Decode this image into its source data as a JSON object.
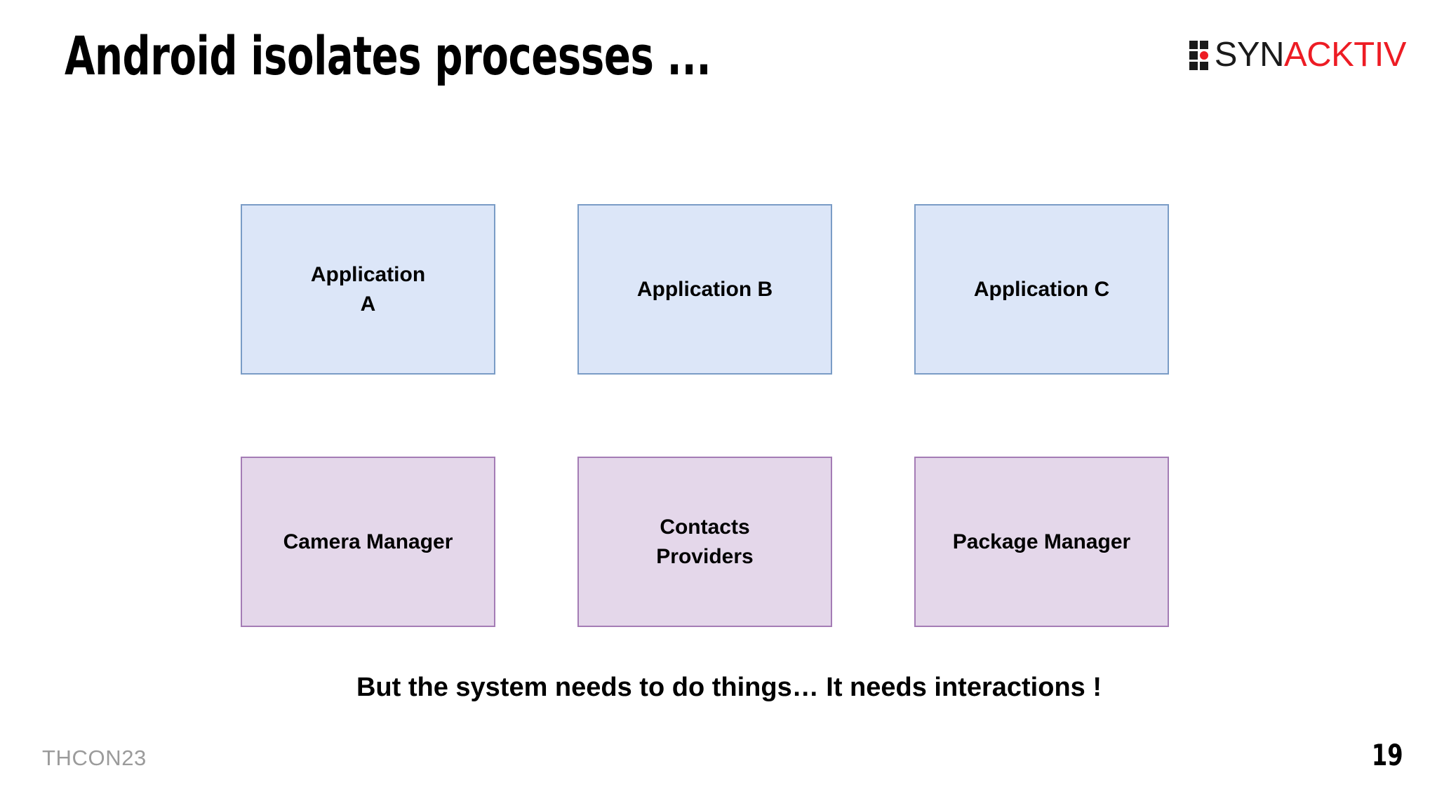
{
  "slide": {
    "title": "Android isolates processes ...",
    "caption": "But the system needs to do things… It needs interactions !"
  },
  "logo": {
    "name_part1": "SYN",
    "name_part2": "ACKTIV",
    "colors": {
      "dark": "#1a1a1a",
      "red": "#ed1c24"
    }
  },
  "diagram": {
    "app_row": {
      "fill": "#dce6f8",
      "border": "#7a9cc6",
      "nodes": [
        {
          "label": "Application\nA"
        },
        {
          "label": "Application B"
        },
        {
          "label": "Application C"
        }
      ]
    },
    "service_row": {
      "fill": "#e4d7ea",
      "border": "#a47cb5",
      "nodes": [
        {
          "label": "Camera Manager"
        },
        {
          "label": "Contacts\nProviders"
        },
        {
          "label": "Package Manager"
        }
      ]
    }
  },
  "footer": {
    "event": "THCON23",
    "page_number": "19"
  }
}
